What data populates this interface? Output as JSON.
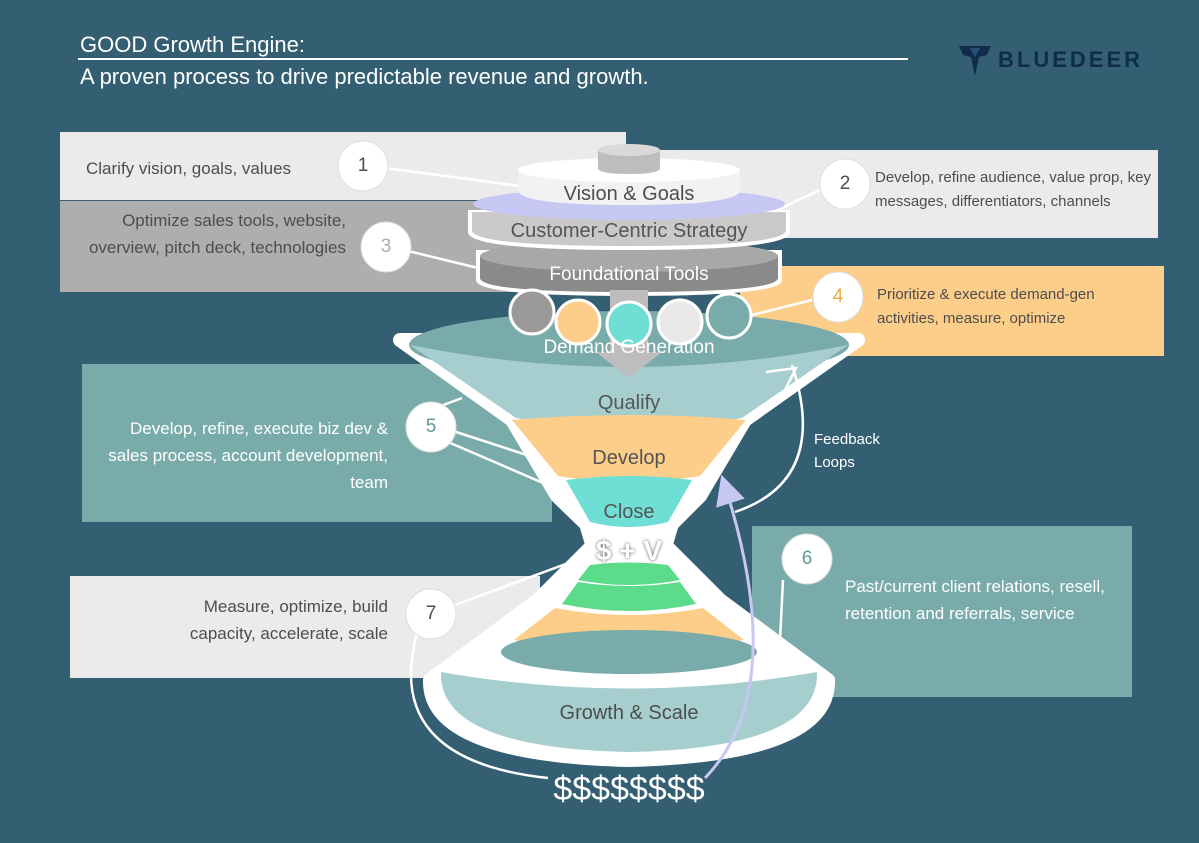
{
  "header": {
    "title": "GOOD Growth Engine:",
    "subtitle": "A proven process to drive predictable revenue and growth.",
    "logo_text": "BLUEDEER",
    "logo_icon": "deer-shield-icon"
  },
  "steps": [
    {
      "number": "1",
      "text": "Clarify vision, goals, values"
    },
    {
      "number": "2",
      "text": "Develop, refine audience, value prop, key messages, differentiators, channels"
    },
    {
      "number": "3",
      "text": "Optimize sales tools, website, overview, pitch deck, technologies"
    },
    {
      "number": "4",
      "text": "Prioritize & execute demand-gen activities, measure, optimize"
    },
    {
      "number": "5",
      "text": "Develop, refine, execute biz dev & sales  process, account development, team"
    },
    {
      "number": "6",
      "text": "Past/current client relations, resell, retention and referrals, service"
    },
    {
      "number": "7",
      "text": "Measure, optimize, build capacity, accelerate, scale"
    }
  ],
  "layers": {
    "vision": "Vision & Goals",
    "strategy": "Customer-Centric Strategy",
    "tools": "Foundational Tools",
    "demand": "Demand Generation",
    "qualify": "Qualify",
    "develop": "Develop",
    "close": "Close",
    "value": "$ + V",
    "growth": "Growth & Scale",
    "revenue": "$$$$$$$$"
  },
  "feedback_label": "Feedback Loops",
  "colors": {
    "background": "#345e72",
    "light_box": "#ebebeb",
    "gray_box": "#aeaeae",
    "orange_box": "#fdcd8a",
    "teal_box": "#7aabab",
    "lavender": "#c7c7f3",
    "green": "#5cdb8a",
    "cyan": "#6fdfd6"
  }
}
